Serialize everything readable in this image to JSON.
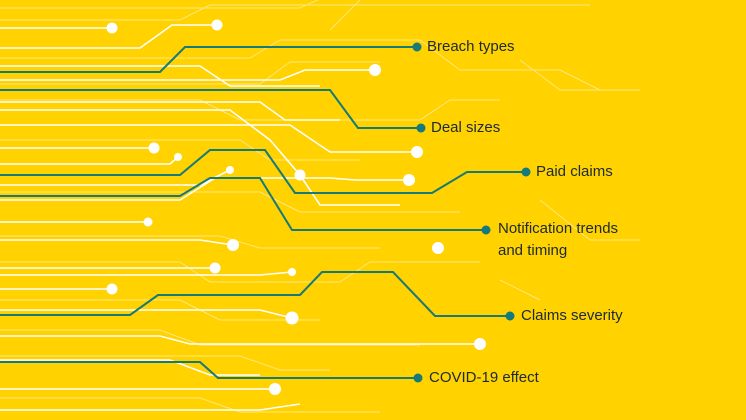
{
  "labels": [
    {
      "line1": "Breach types",
      "line2": ""
    },
    {
      "line1": "Deal sizes",
      "line2": ""
    },
    {
      "line1": "Paid claims",
      "line2": ""
    },
    {
      "line1": "Notification trends",
      "line2": "and timing"
    },
    {
      "line1": "Claims severity",
      "line2": ""
    },
    {
      "line1": "COVID-19 effect",
      "line2": ""
    }
  ],
  "colors": {
    "background": "#FFD200",
    "accent_trace": "#157A78",
    "white_trace": "#FFFFFF",
    "label_text": "#1B2A33"
  }
}
